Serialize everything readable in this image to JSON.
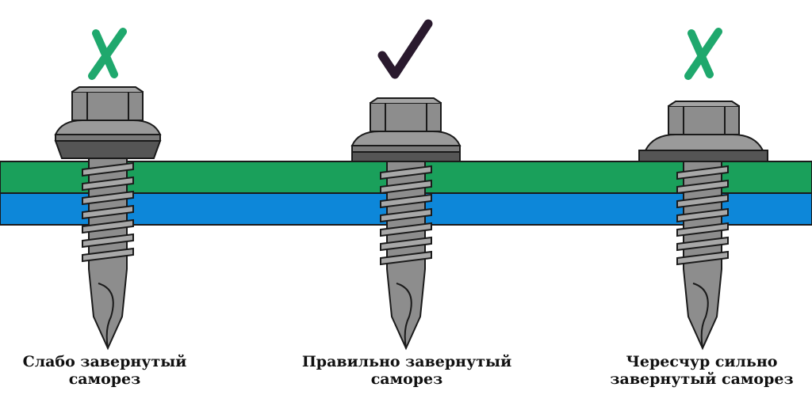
{
  "colors": {
    "sheet_top": "#1aa05b",
    "sheet_bottom": "#0d87d9",
    "metal": "#8d8d8d",
    "metal_dark": "#5a5a5a",
    "gasket": "#555555",
    "outline": "#1a1a1a",
    "mark_wrong": "#1fa86d",
    "mark_right": "#2a1a2e"
  },
  "screws": [
    {
      "mark": "cross-icon",
      "caption_line1": "Слабо завернутый",
      "caption_line2": "саморез"
    },
    {
      "mark": "check-icon",
      "caption_line1": "Правильно завернутый",
      "caption_line2": "саморез"
    },
    {
      "mark": "cross-icon",
      "caption_line1": "Чересчур сильно",
      "caption_line2": "завернутый саморез"
    }
  ]
}
